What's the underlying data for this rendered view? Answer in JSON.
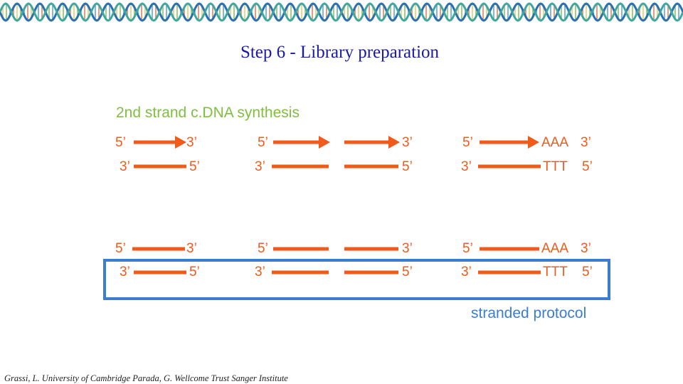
{
  "title": "Step 6 - Library preparation",
  "heading": "2nd strand c.DNA synthesis",
  "caption": "stranded protocol",
  "credit": "Grassi, L. University of Cambridge Parada, G. Wellcome Trust Sanger Institute",
  "labels": {
    "five": "5’",
    "three": "3’",
    "aaa": "AAA",
    "ttt": "TTT"
  },
  "colors": {
    "strand": "#f05a1a",
    "heading": "#7fbf3f",
    "box": "#3a7dd1",
    "title": "#1a1aa6"
  }
}
